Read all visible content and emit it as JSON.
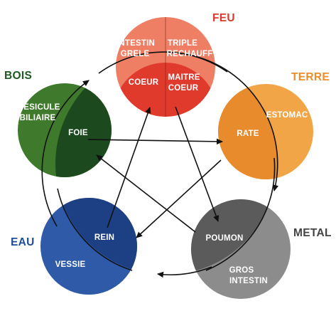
{
  "elements": {
    "feu": {
      "label": "FEU",
      "color": "#d93a2b"
    },
    "terre": {
      "label": "TERRE",
      "color": "#ee8b2a"
    },
    "metal": {
      "label": "METAL",
      "color": "#444444"
    },
    "eau": {
      "label": "EAU",
      "color": "#1f4d97"
    },
    "bois": {
      "label": "BOIS",
      "color": "#1e5a22"
    }
  },
  "organs": {
    "feu": {
      "yang_left_1": "INTESTIN",
      "yang_left_2": "GRELE",
      "yang_right_1": "TRIPLE",
      "yang_right_2": "RECHAUFF",
      "yin_left": "COEUR",
      "yin_right_1": "MAITRE",
      "yin_right_2": "COEUR"
    },
    "terre": {
      "yang": "ESTOMAC",
      "yin": "RATE"
    },
    "metal": {
      "yin": "POUMON",
      "yang_1": "GROS",
      "yang_2": "INTESTIN"
    },
    "eau": {
      "yin": "REIN",
      "yang": "VESSIE"
    },
    "bois": {
      "yang_1": "VESICULE",
      "yang_2": "BILIAIRE",
      "yin": "FOIE"
    }
  },
  "colors": {
    "feu_light": "#ee7f65",
    "feu_dark": "#e03a2c",
    "terre_light": "#f2a546",
    "terre_dark": "#e88b2d",
    "metal_light": "#8c8c8c",
    "metal_dark": "#5b5b5b",
    "eau_light": "#2e5aa8",
    "eau_dark": "#1d3f83",
    "bois_light": "#3f7a2c",
    "bois_dark": "#1c4a1e",
    "arrows": "#111111"
  }
}
